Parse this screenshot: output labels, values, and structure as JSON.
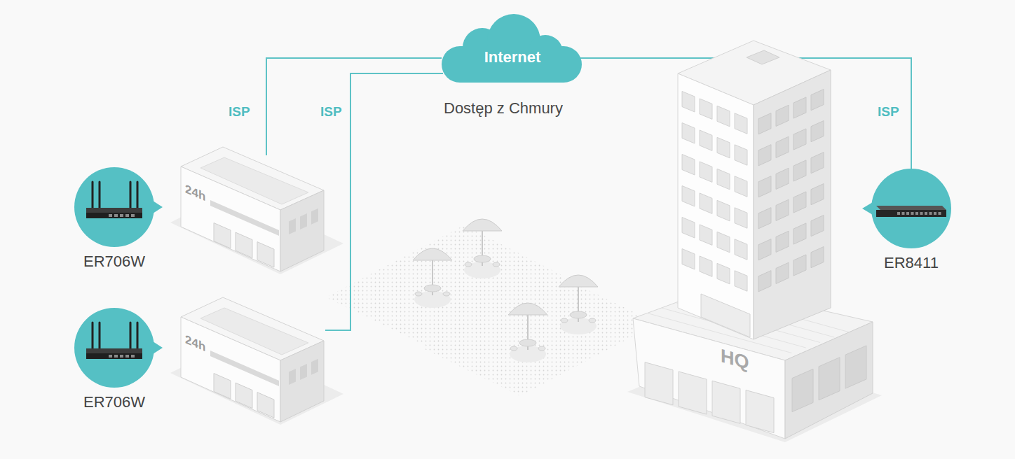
{
  "diagram": {
    "nodes": [
      {
        "text": [
          "Internet"
        ]
      },
      {
        "text": [
          "24h"
        ]
      },
      {
        "text": [
          "ER706W"
        ]
      },
      {
        "text": [
          "24h"
        ]
      },
      {
        "text": [
          "ER706W"
        ]
      },
      {
        "text": [
          "HQ"
        ]
      },
      {
        "text": [
          "ER8411"
        ]
      }
    ],
    "edges": [
      {
        "from": 1,
        "to": 0,
        "arrow": "none",
        "label": "ISP"
      },
      {
        "from": 3,
        "to": 0,
        "arrow": "none",
        "label": "ISP"
      },
      {
        "from": 6,
        "to": 0,
        "arrow": "none",
        "label": "ISP"
      }
    ],
    "labels": [
      "Dostęp z Chmury"
    ]
  }
}
